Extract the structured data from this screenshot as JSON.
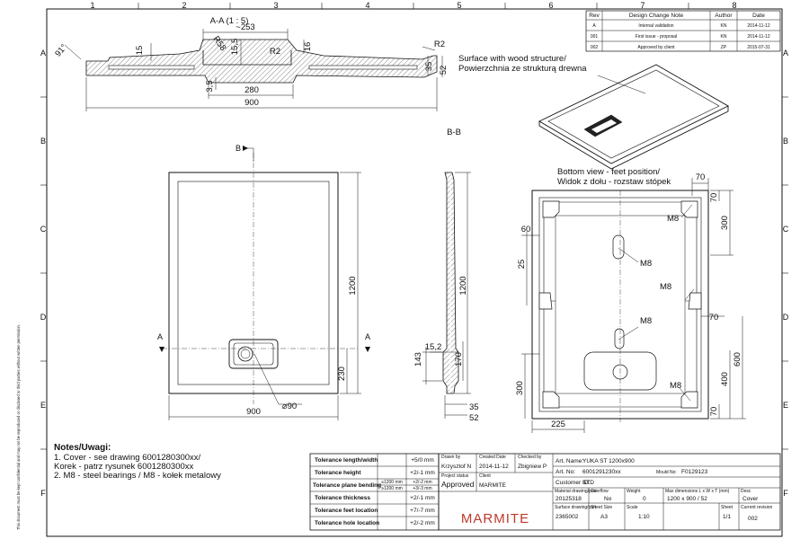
{
  "frame": {
    "columns": [
      "1",
      "2",
      "3",
      "4",
      "5",
      "6",
      "7",
      "8"
    ],
    "rows": [
      "A",
      "B",
      "C",
      "D",
      "E",
      "F"
    ]
  },
  "revisions": {
    "headers": [
      "Rev",
      "Design Change Note",
      "Author",
      "Date"
    ],
    "rows": [
      [
        "A",
        "Internal validation",
        "KN",
        "2014-11-12"
      ],
      [
        "001",
        "First issue - proposal",
        "KN",
        "2014-11-12"
      ],
      [
        "002",
        "Approved by client",
        "ZP",
        "2015-07-31"
      ]
    ]
  },
  "section_aa": {
    "title": "A-A  (1 : 5)",
    "dims": {
      "overall_top": "~253",
      "d15": "15",
      "d15_5": "15,5",
      "r58": "R58",
      "r2_left": "R2",
      "d16": "16",
      "r2_right": "R2",
      "d35": "35",
      "d52": "52",
      "d3_5": "3,5",
      "d280": "280",
      "d900": "900",
      "angle": "91°"
    }
  },
  "surface_note": {
    "en": "Surface with wood structure/",
    "pl": "Powierzchnia ze strukturą drewna"
  },
  "top_view": {
    "marker_b": "B",
    "marker_a": "A",
    "d1200": "1200",
    "d230": "230",
    "d900": "900",
    "d90": "⌀90"
  },
  "section_bb": {
    "title": "B-B",
    "d1200": "1200",
    "d143": "143",
    "d15_2": "15,2",
    "d170": "170",
    "d35": "35",
    "d52": "52"
  },
  "bottom_view": {
    "title_en": "Bottom view - feet position/",
    "title_pl": "Widok z dołu - rozstaw stópek",
    "d70_top": "70",
    "d70_top_side": "70",
    "m8": "M8",
    "d300_right": "300",
    "d60": "60",
    "d25": "25",
    "d70_mid": "70",
    "d600": "600",
    "d400": "400",
    "d300_left": "300",
    "d225": "225",
    "d70_bottom": "70"
  },
  "notes": {
    "heading": "Notes/Uwagi:",
    "lines": [
      "1.     Cover - see drawing 6001280300xx/",
      "Korek - patrz rysunek 6001280300xx",
      "2.     M8 - steel bearings / M8 - kołek metalowy"
    ]
  },
  "side_text": "This document must be kept confidential and may not be reproduced or disclosed to third parties without written permission.",
  "tolerances": [
    {
      "label": "Tolerance length/width",
      "value": "+5/0 mm"
    },
    {
      "label": "Tolerance height",
      "value": "+2/-1 mm"
    },
    {
      "label": "Tolerance plane bending",
      "sub1": "≤1200 mm",
      "v1": "+2/-2 mm",
      "sub2": "≥1200 mm",
      "v2": "+3/-3 mm"
    },
    {
      "label": "Tolerance thickness",
      "value": "+2/-1 mm"
    },
    {
      "label": "Tolerance feet location",
      "value": "+7/-7 mm"
    },
    {
      "label": "Tolerance hole location",
      "value": "+2/-2 mm"
    }
  ],
  "title_block": {
    "drawn_by_label": "Drawn by",
    "drawn_by": "Krzysztof N",
    "created_label": "Created Date",
    "created": "2014-11-12",
    "checked_label": "Checked by",
    "checked": "Zbigniew P",
    "status_label": "Project status",
    "status": "Approved",
    "client_label": "Client",
    "client": "MARMITE",
    "art_name_label": "Art. Name:",
    "art_name": "YUKA ST 1200x900",
    "art_no_label": "Art. No:",
    "art_no": "6001291230xx",
    "mould_label": "Mould No:",
    "mould": "F0129123",
    "customer_label": "Customer ID:",
    "customer": "STD",
    "material_label": "Material drawing/part",
    "material": "20125318",
    "overflow_label": "Overflow",
    "overflow": "No",
    "weight_label": "Weight",
    "weight": "0",
    "maxdim_label": "Max dimensions L x W x T (mm)",
    "maxdim": "1200 x 900 / 52",
    "desc_label": "Desc",
    "desc": "Cover",
    "surface_label": "Surface drawing/part",
    "surface": "2365002",
    "sheet_label": "Sheet Size",
    "sheet": "A3",
    "scale_label": "Scale",
    "scale": "1:10",
    "sheet_no_label": "Sheet",
    "sheet_no": "1/1",
    "rev_label": "Current revision",
    "rev": "002",
    "logo": "MARMITE"
  }
}
